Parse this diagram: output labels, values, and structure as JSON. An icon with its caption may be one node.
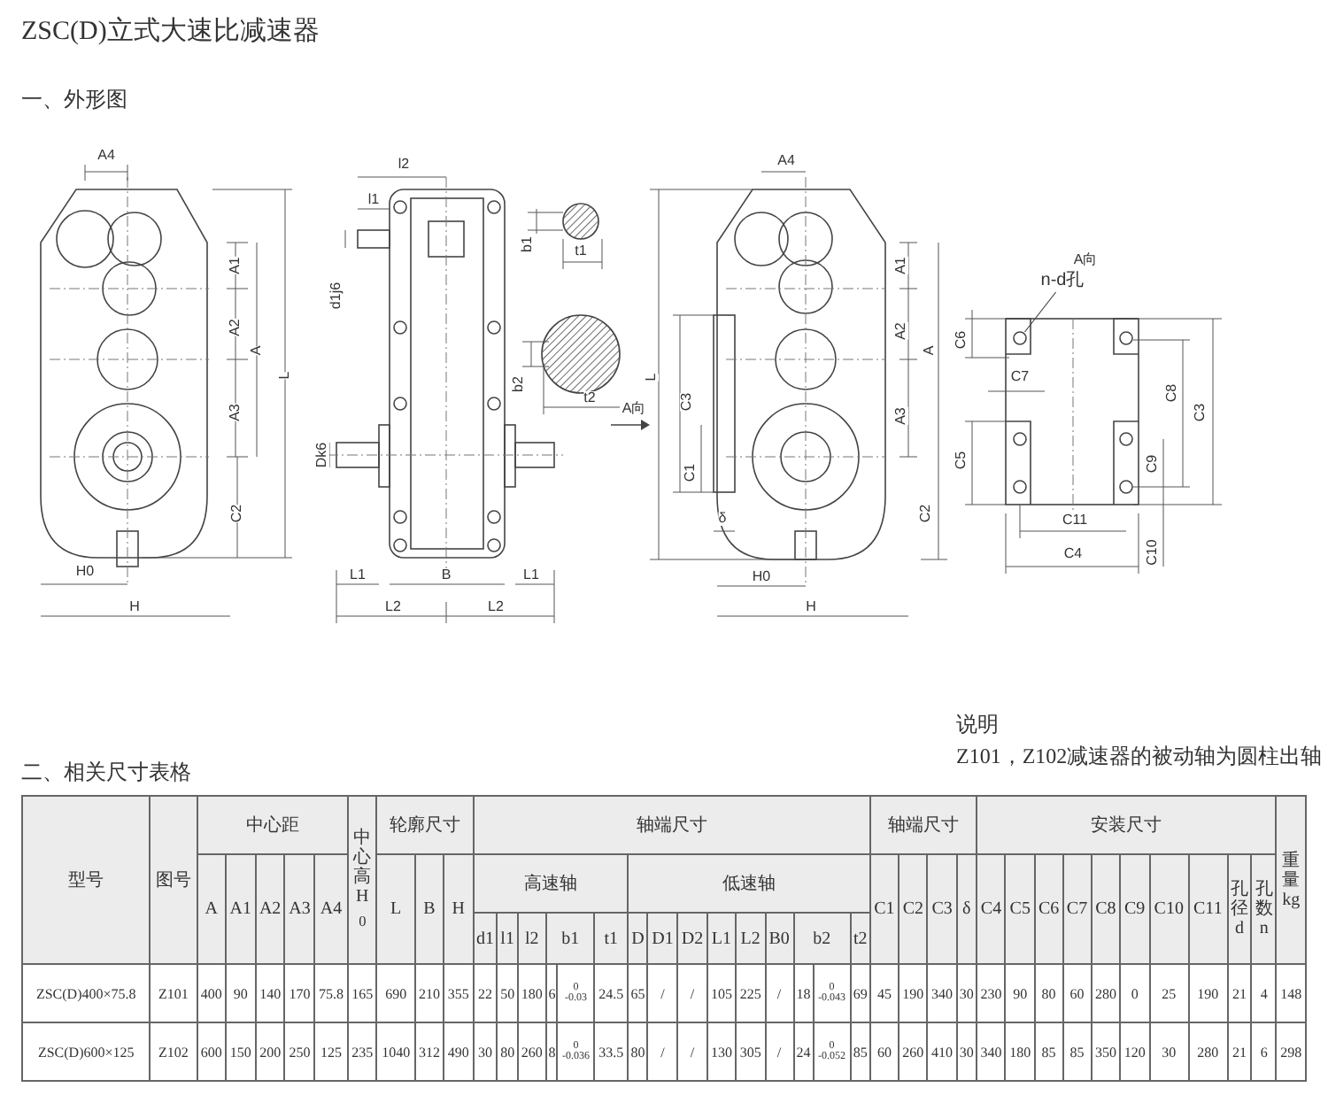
{
  "diagram": {
    "title": "ZSC(D)立式大速比减速器",
    "nodes": [
      {
        "text": [
          "n-d孔"
        ]
      },
      {
        "text": [],
        "shape": "circle"
      }
    ],
    "edges": [
      {
        "from": 0,
        "to": 1,
        "arrow": "none"
      }
    ],
    "labels": [
      "一、外形图",
      "A4",
      "A1",
      "A2",
      "A",
      "A3",
      "L",
      "C2",
      "H0",
      "H",
      "l2",
      "l1",
      "d1j6",
      "Dk6",
      "L1",
      "B",
      "L1",
      "L2",
      "L2",
      "b1",
      "t1",
      "b2",
      "t2",
      "A向",
      "A4",
      "A1",
      "A2",
      "A",
      "A3",
      "L",
      "C3",
      "C1",
      "δ",
      "C2",
      "H0",
      "H",
      "A向",
      "C6",
      "C7",
      "C8",
      "C3",
      "C5",
      "C9",
      "C11",
      "C4",
      "C10",
      "说明",
      "Z101，Z102减速器的被动轴为圆柱出轴",
      "二、相关尺寸表格",
      "型号",
      "图号",
      "中心距",
      "中心高H$_{0}$",
      "轮廓尺寸",
      "轴端尺寸",
      "轴端尺寸",
      "安装尺寸",
      "重量kg",
      "A",
      "A1",
      "A2",
      "A3",
      "A4",
      "L",
      "B",
      "H",
      "高速轴",
      "低速轴",
      "C1",
      "C2",
      "C3",
      "δ",
      "C4",
      "C5",
      "C6",
      "C7",
      "C8",
      "C9",
      "C10",
      "C11",
      "孔径d",
      "孔数n",
      "d1",
      "l1",
      "l2",
      "b1",
      "t1",
      "D",
      "D1",
      "D2",
      "L1",
      "L2",
      "B0",
      "b2",
      "t2",
      "ZSC(D)400×75.8",
      "Z101",
      "400",
      "90",
      "140",
      "170",
      "75.8",
      "165",
      "690",
      "210",
      "355",
      "22",
      "50",
      "180",
      "6",
      "$^{0}$$_{-0.03}$",
      "24.5",
      "65",
      "/",
      "/",
      "105",
      "225",
      "/",
      "18",
      "$^{0}$$_{-0.043}$",
      "69",
      "45",
      "190",
      "340",
      "30",
      "230",
      "90",
      "80",
      "60",
      "280",
      "0",
      "25",
      "190",
      "21",
      "4",
      "148",
      "ZSC(D)600×125",
      "Z102",
      "600",
      "150",
      "200",
      "250",
      "125",
      "235",
      "1040",
      "312",
      "490",
      "30",
      "80",
      "260",
      "8",
      "$^{0}$$_{-0.036}$",
      "33.5",
      "80",
      "/",
      "/",
      "130",
      "305",
      "/",
      "24",
      "$^{0}$$_{-0.052}$",
      "85",
      "60",
      "260",
      "410",
      "30",
      "340",
      "180",
      "85",
      "85",
      "350",
      "120",
      "30",
      "280",
      "21",
      "6",
      "298"
    ]
  }
}
